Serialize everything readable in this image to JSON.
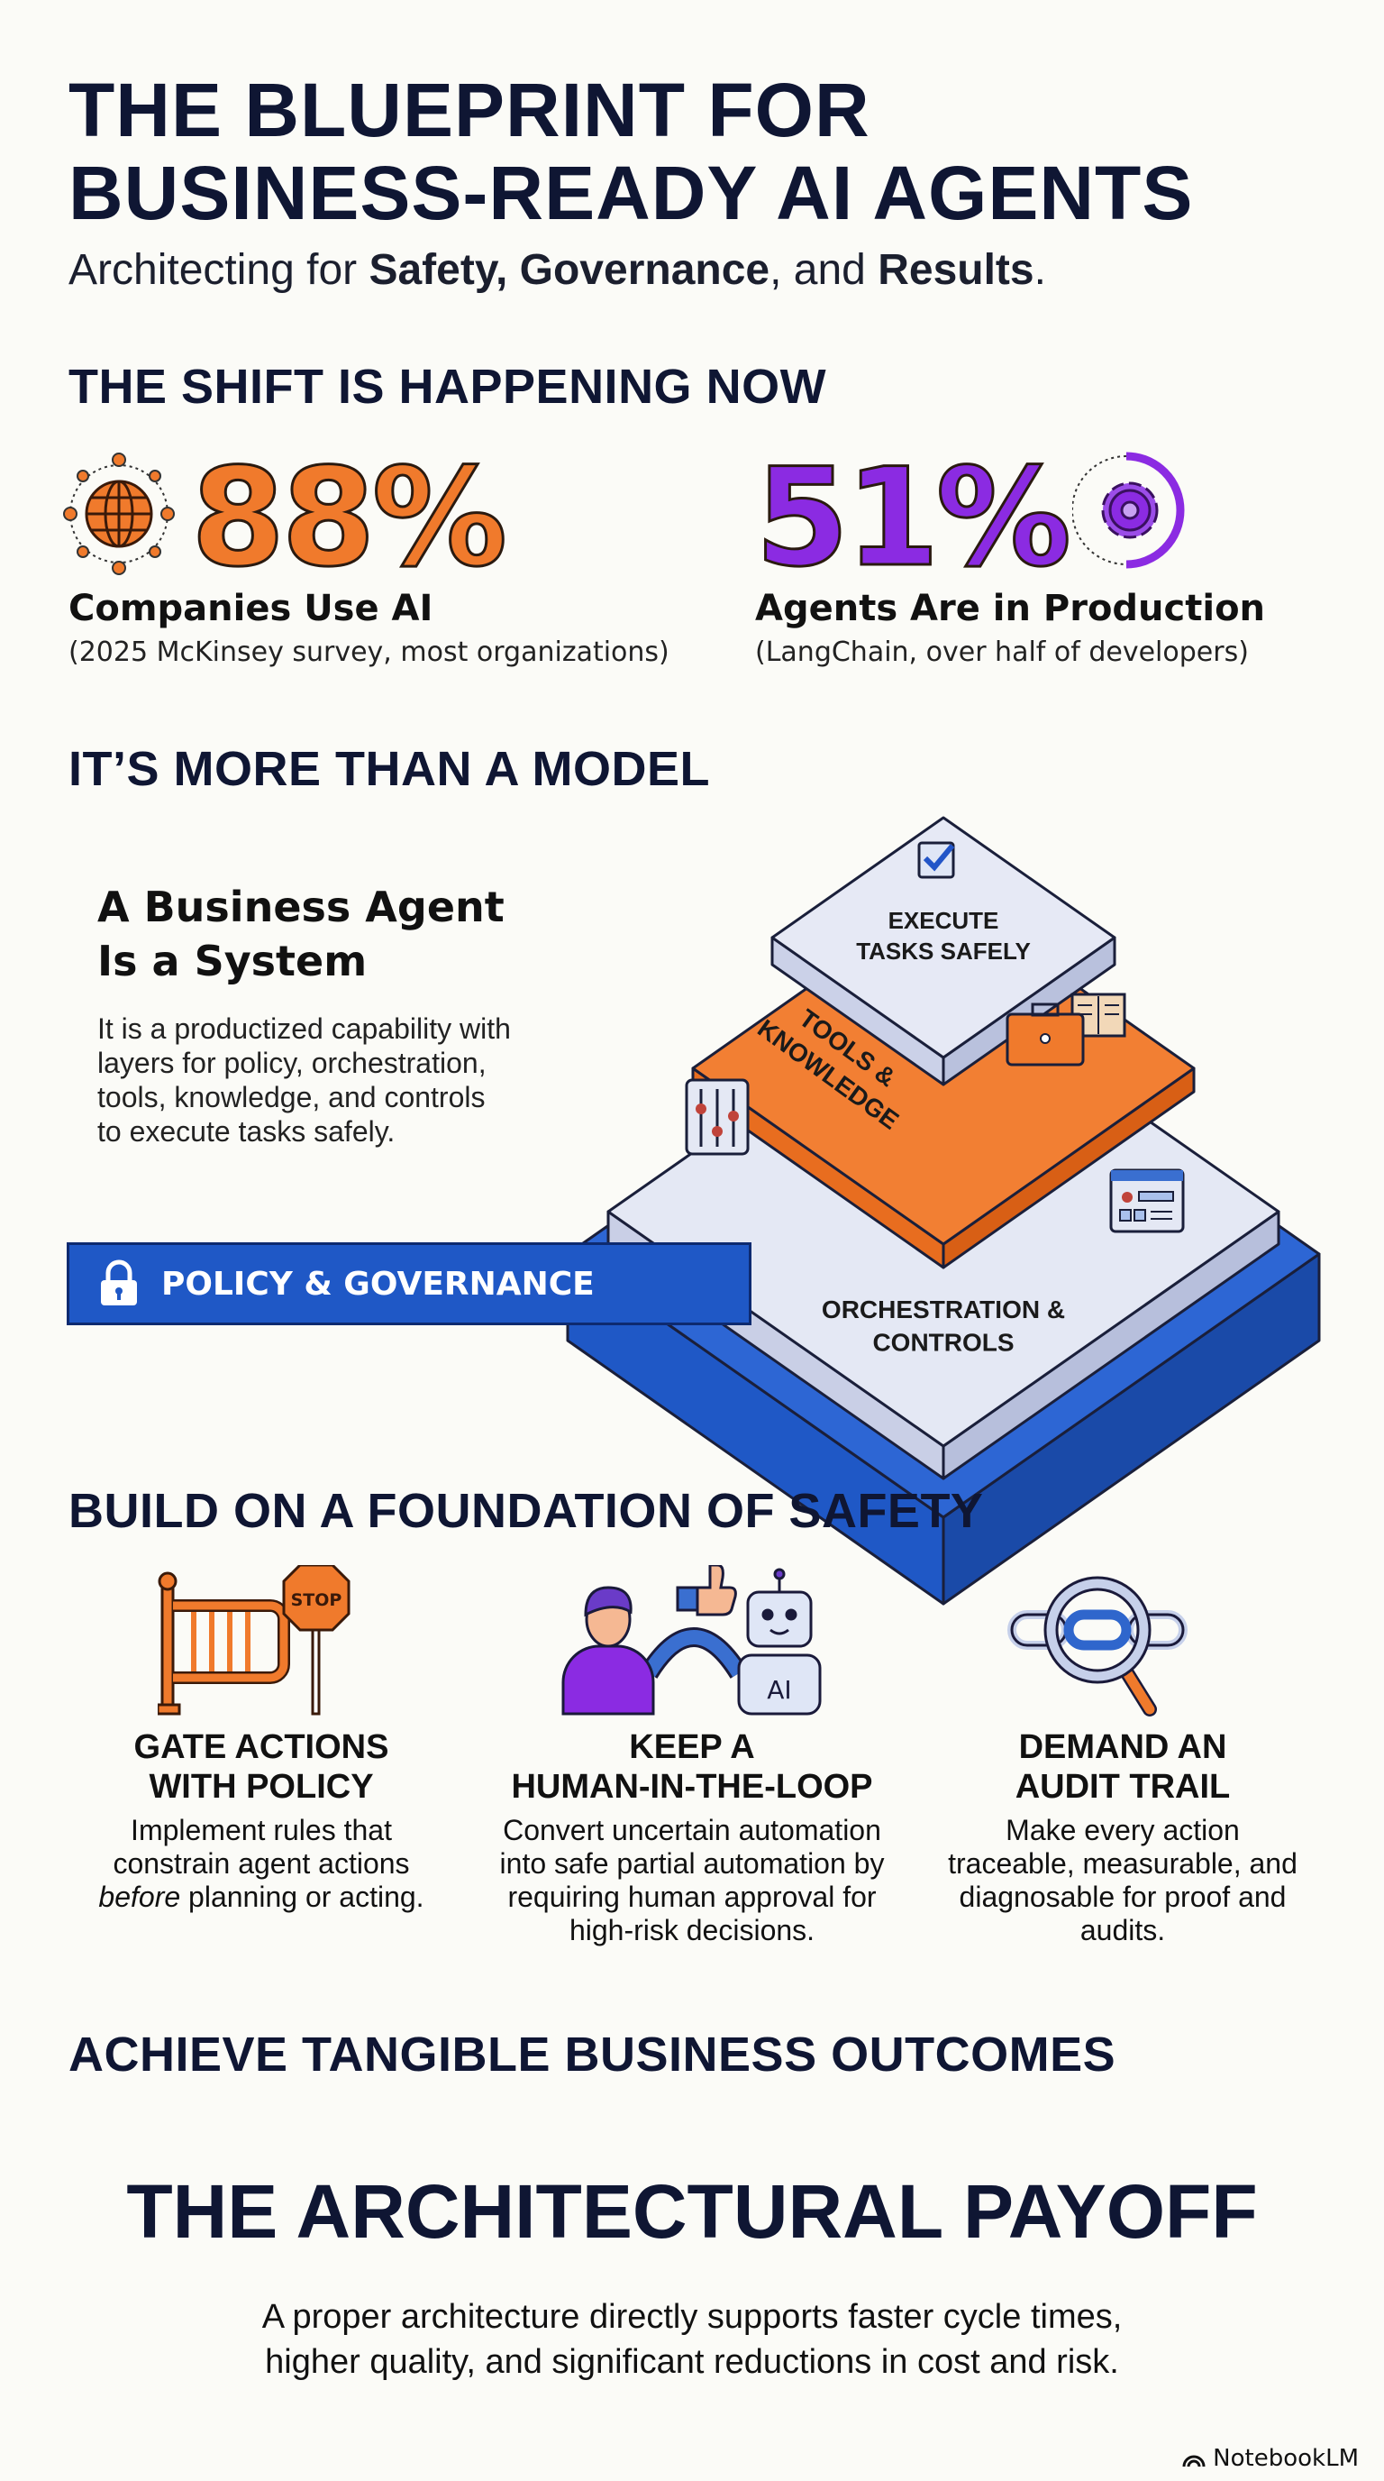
{
  "title": {
    "line1": "THE BLUEPRINT FOR",
    "line2": "BUSINESS-READY AI AGENTS"
  },
  "subtitle": {
    "prefix": "Architecting for ",
    "b1": "Safety, Governance",
    "mid": ", and ",
    "b2": "Results",
    "suffix": "."
  },
  "shift": {
    "heading": "THE SHIFT IS HAPPENING NOW",
    "stats": [
      {
        "value": "88%",
        "label": "Companies Use AI",
        "source": "(2025 McKinsey survey, most organizations)",
        "color": "#f07a2c",
        "icon": "globe-network-icon"
      },
      {
        "value": "51%",
        "label": "Agents Are in Production",
        "source": "(LangChain, over half of developers)",
        "color": "#8b2be2",
        "icon": "gear-wrench-icon"
      }
    ]
  },
  "model": {
    "heading": "IT’S MORE THAN A MODEL",
    "card_title_1": "A Business Agent",
    "card_title_2": "Is a System",
    "body": [
      "It is a productized capability with",
      "layers for policy, orchestration,",
      "tools, knowledge, and controls",
      "to execute tasks safely."
    ],
    "layers": {
      "top": [
        "EXECUTE",
        "TASKS SAFELY"
      ],
      "tools": [
        "TOOLS &",
        "KNOWLEDGE"
      ],
      "orch": [
        "ORCHESTRATION &",
        "CONTROLS"
      ],
      "policy": "POLICY & GOVERNANCE"
    }
  },
  "safety": {
    "heading": "BUILD ON A FOUNDATION OF SAFETY",
    "items": [
      {
        "title": [
          "GATE ACTIONS",
          "WITH POLICY"
        ],
        "body_a": "Implement rules that constrain agent actions ",
        "body_em": "before",
        "body_b": " planning or acting.",
        "icon": "gate-stop-sign-icon"
      },
      {
        "title": [
          "KEEP A",
          "HUMAN-IN-THE-LOOP"
        ],
        "body_a": "Convert uncertain automation into safe partial automation by requiring human approval for high-risk decisions.",
        "body_em": "",
        "body_b": "",
        "icon": "human-ai-bridge-icon",
        "ai_label": "AI"
      },
      {
        "title": [
          "DEMAND AN",
          "AUDIT TRAIL"
        ],
        "body_a": "Make every action traceable, measurable, and diagnosable for proof and audits.",
        "body_em": "",
        "body_b": "",
        "icon": "chain-magnifier-icon"
      }
    ],
    "stop_label": "STOP"
  },
  "outcomes": {
    "heading": "ACHIEVE TANGIBLE BUSINESS OUTCOMES"
  },
  "payoff": {
    "heading": "THE ARCHITECTURAL PAYOFF",
    "body": [
      "A proper architecture directly supports faster cycle times,",
      "higher quality, and significant reductions in cost and risk."
    ]
  },
  "brand": "NotebookLM"
}
